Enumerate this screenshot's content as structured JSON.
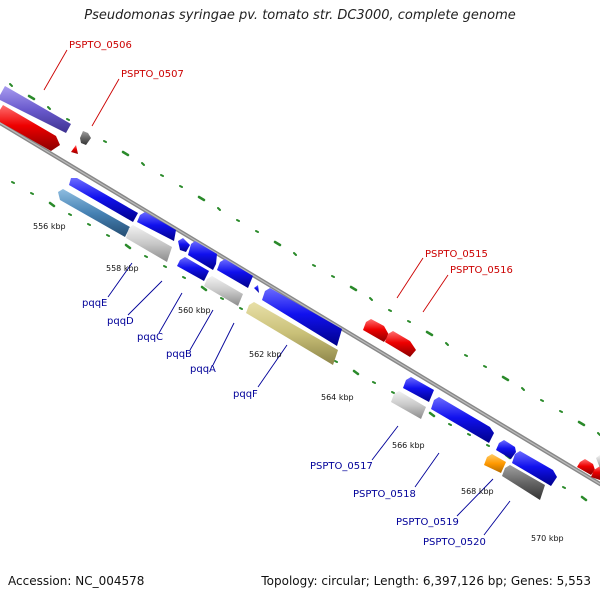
{
  "title": "Pseudomonas syringae pv. tomato str. DC3000, complete genome",
  "footer": {
    "accession": "Accession: NC_004578",
    "topology": "Topology: circular; Length: 6,397,126 bp; Genes: 5,553"
  },
  "kbp_labels": [
    "556 kbp",
    "558 kbp",
    "560 kbp",
    "562 kbp",
    "564 kbp",
    "566 kbp",
    "568 kbp",
    "570 kbp"
  ],
  "gene_labels": {
    "PSPTO_0506": "PSPTO_0506",
    "PSPTO_0507": "PSPTO_0507",
    "PSPTO_0515": "PSPTO_0515",
    "PSPTO_0516": "PSPTO_0516",
    "pqqE": "pqqE",
    "pqqD": "pqqD",
    "pqqC": "pqqC",
    "pqqB": "pqqB",
    "pqqA": "pqqA",
    "pqqF": "pqqF",
    "PSPTO_0517": "PSPTO_0517",
    "PSPTO_0518": "PSPTO_0518",
    "PSPTO_0519": "PSPTO_0519",
    "PSPTO_0520": "PSPTO_0520"
  },
  "colors": {
    "red_label": "#cc0000",
    "blue_label": "#000099",
    "backbone": "#8a8a8a",
    "tick": "#2a8a2a",
    "gene_red": "#ee0000",
    "gene_blue": "#1111ee",
    "gene_purple": "#6a5acd",
    "gene_steelblue": "#4682b4",
    "gene_silver": "#c8c8c8",
    "gene_khaki": "#c9c078",
    "gene_gray": "#666666",
    "gene_orange": "#ff9900"
  }
}
